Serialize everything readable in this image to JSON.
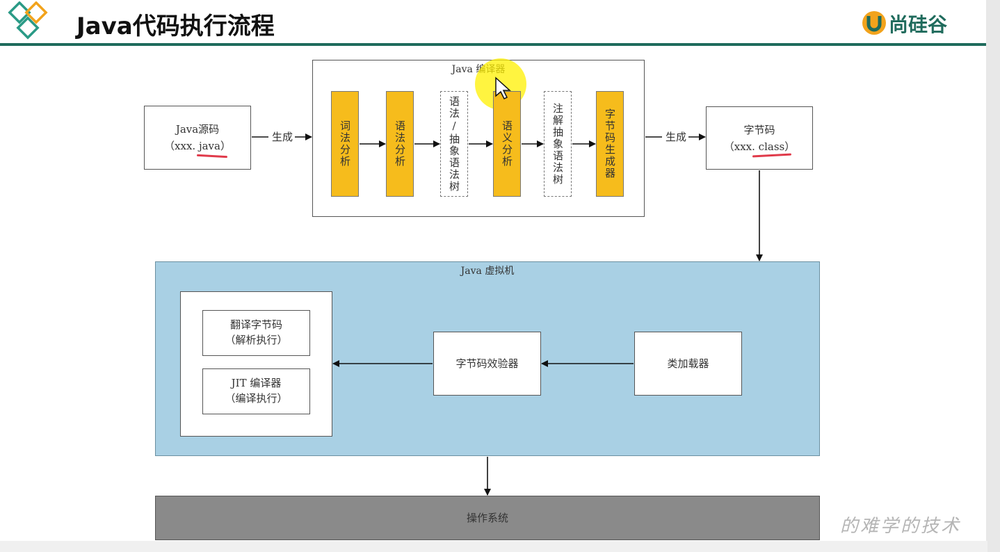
{
  "header": {
    "title": "Java代码执行流程",
    "brand": "尚硅谷"
  },
  "source": {
    "line1": "Java源码",
    "line2": "（xxx. java）"
  },
  "compiler": {
    "title": "Java 编译器",
    "stages": [
      {
        "label": "词法分析",
        "dashed": false
      },
      {
        "label": "语法分析",
        "dashed": false
      },
      {
        "label": "语法/抽象语法树",
        "dashed": true
      },
      {
        "label": "语义分析",
        "dashed": false
      },
      {
        "label": "注解抽象语法树",
        "dashed": true
      },
      {
        "label": "字节码生成器",
        "dashed": false
      }
    ]
  },
  "arrow_labels": {
    "generate_left": "生成",
    "generate_right": "生成"
  },
  "bytecode": {
    "line1": "字节码",
    "line2": "（xxx. class）"
  },
  "jvm": {
    "title": "Java 虚拟机",
    "interpreter": "翻译字节码\n（解析执行）",
    "jit": "JIT 编译器\n（编译执行）",
    "verifier": "字节码效验器",
    "classloader": "类加载器"
  },
  "os": {
    "label": "操作系统"
  },
  "watermark": "的难学的技术",
  "colors": {
    "stage_fill": "#f6bc1c",
    "jvm_fill": "#a9d0e4",
    "os_fill": "#8a8a8a",
    "header_rule": "#1f6b5c",
    "underline": "#e03a4a"
  }
}
